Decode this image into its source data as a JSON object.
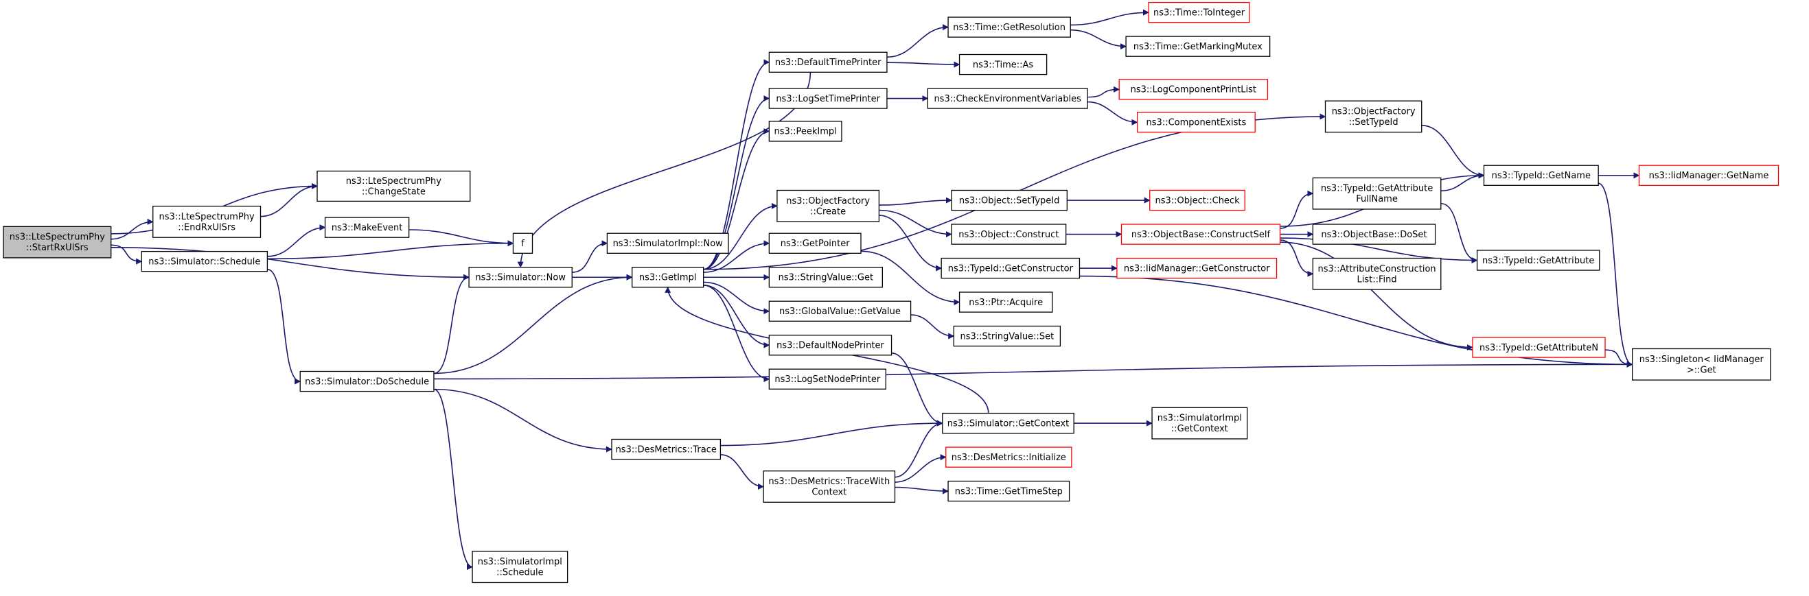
{
  "nodes": [
    {
      "id": "startrx",
      "lines": [
        "ns3::LteSpectrumPhy",
        "::StartRxUlSrs"
      ],
      "style": "grey"
    },
    {
      "id": "changestate",
      "lines": [
        "ns3::LteSpectrumPhy",
        "::ChangeState"
      ],
      "style": "black"
    },
    {
      "id": "endrx",
      "lines": [
        "ns3::LteSpectrumPhy",
        "::EndRxUlSrs"
      ],
      "style": "black"
    },
    {
      "id": "schedule",
      "lines": [
        "ns3::Simulator::Schedule"
      ],
      "style": "black"
    },
    {
      "id": "makeevent",
      "lines": [
        "ns3::MakeEvent"
      ],
      "style": "black"
    },
    {
      "id": "f",
      "lines": [
        "f"
      ],
      "style": "black"
    },
    {
      "id": "now",
      "lines": [
        "ns3::Simulator::Now"
      ],
      "style": "black"
    },
    {
      "id": "doschedule",
      "lines": [
        "ns3::Simulator::DoSchedule"
      ],
      "style": "black"
    },
    {
      "id": "implsched",
      "lines": [
        "ns3::SimulatorImpl",
        "::Schedule"
      ],
      "style": "black"
    },
    {
      "id": "implnow",
      "lines": [
        "ns3::SimulatorImpl::Now"
      ],
      "style": "black"
    },
    {
      "id": "getimpl",
      "lines": [
        "ns3::GetImpl"
      ],
      "style": "black"
    },
    {
      "id": "trace",
      "lines": [
        "ns3::DesMetrics::Trace"
      ],
      "style": "black"
    },
    {
      "id": "tracewith",
      "lines": [
        "ns3::DesMetrics::TraceWith",
        "Context"
      ],
      "style": "black"
    },
    {
      "id": "deftime",
      "lines": [
        "ns3::DefaultTimePrinter"
      ],
      "style": "black"
    },
    {
      "id": "logsettime",
      "lines": [
        "ns3::LogSetTimePrinter"
      ],
      "style": "black"
    },
    {
      "id": "peekimpl",
      "lines": [
        "ns3::PeekImpl"
      ],
      "style": "black"
    },
    {
      "id": "ofcreate",
      "lines": [
        "ns3::ObjectFactory",
        "::Create"
      ],
      "style": "black"
    },
    {
      "id": "getpointer",
      "lines": [
        "ns3::GetPointer"
      ],
      "style": "black"
    },
    {
      "id": "svget",
      "lines": [
        "ns3::StringValue::Get"
      ],
      "style": "black"
    },
    {
      "id": "gvget",
      "lines": [
        "ns3::GlobalValue::GetValue"
      ],
      "style": "black"
    },
    {
      "id": "defnode",
      "lines": [
        "ns3::DefaultNodePrinter"
      ],
      "style": "black"
    },
    {
      "id": "logsetnode",
      "lines": [
        "ns3::LogSetNodePrinter"
      ],
      "style": "black"
    },
    {
      "id": "getres",
      "lines": [
        "ns3::Time::GetResolution"
      ],
      "style": "black"
    },
    {
      "id": "timeas",
      "lines": [
        "ns3::Time::As"
      ],
      "style": "black"
    },
    {
      "id": "checkenv",
      "lines": [
        "ns3::CheckEnvironmentVariables"
      ],
      "style": "black"
    },
    {
      "id": "setobjtid",
      "lines": [
        "ns3::Object::SetTypeId"
      ],
      "style": "black"
    },
    {
      "id": "objconstruct",
      "lines": [
        "ns3::Object::Construct"
      ],
      "style": "black"
    },
    {
      "id": "getconstructor",
      "lines": [
        "ns3::TypeId::GetConstructor"
      ],
      "style": "black"
    },
    {
      "id": "ptracquire",
      "lines": [
        "ns3::Ptr::Acquire"
      ],
      "style": "black"
    },
    {
      "id": "svset",
      "lines": [
        "ns3::StringValue::Set"
      ],
      "style": "black"
    },
    {
      "id": "getcontext",
      "lines": [
        "ns3::Simulator::GetContext"
      ],
      "style": "black"
    },
    {
      "id": "dminit",
      "lines": [
        "ns3::DesMetrics::Initialize"
      ],
      "style": "red"
    },
    {
      "id": "gettimestep",
      "lines": [
        "ns3::Time::GetTimeStep"
      ],
      "style": "black"
    },
    {
      "id": "tointeger",
      "lines": [
        "ns3::Time::ToInteger"
      ],
      "style": "red"
    },
    {
      "id": "markingmutex",
      "lines": [
        "ns3::Time::GetMarkingMutex"
      ],
      "style": "black"
    },
    {
      "id": "logcomplist",
      "lines": [
        "ns3::LogComponentPrintList"
      ],
      "style": "red"
    },
    {
      "id": "compexists",
      "lines": [
        "ns3::ComponentExists"
      ],
      "style": "red"
    },
    {
      "id": "objcheck",
      "lines": [
        "ns3::Object::Check"
      ],
      "style": "red"
    },
    {
      "id": "constructself",
      "lines": [
        "ns3::ObjectBase::ConstructSelf"
      ],
      "style": "red"
    },
    {
      "id": "iidgetctor",
      "lines": [
        "ns3::IidManager::GetConstructor"
      ],
      "style": "red"
    },
    {
      "id": "implctx",
      "lines": [
        "ns3::SimulatorImpl",
        "::GetContext"
      ],
      "style": "black"
    },
    {
      "id": "ofsettid",
      "lines": [
        "ns3::ObjectFactory",
        "::SetTypeId"
      ],
      "style": "black"
    },
    {
      "id": "getattrfull",
      "lines": [
        "ns3::TypeId::GetAttribute",
        "FullName"
      ],
      "style": "black"
    },
    {
      "id": "doset",
      "lines": [
        "ns3::ObjectBase::DoSet"
      ],
      "style": "black"
    },
    {
      "id": "acfind",
      "lines": [
        "ns3::AttributeConstruction",
        "List::Find"
      ],
      "style": "black"
    },
    {
      "id": "getattrn",
      "lines": [
        "ns3::TypeId::GetAttributeN"
      ],
      "style": "red"
    },
    {
      "id": "getname",
      "lines": [
        "ns3::TypeId::GetName"
      ],
      "style": "black"
    },
    {
      "id": "getattr",
      "lines": [
        "ns3::TypeId::GetAttribute"
      ],
      "style": "black"
    },
    {
      "id": "iidgetname",
      "lines": [
        "ns3::IidManager::GetName"
      ],
      "style": "red"
    },
    {
      "id": "singleton",
      "lines": [
        "ns3::Singleton< IidManager",
        ">::Get"
      ],
      "style": "black"
    }
  ],
  "edges": [
    [
      "startrx",
      "changestate"
    ],
    [
      "startrx",
      "endrx"
    ],
    [
      "startrx",
      "schedule"
    ],
    [
      "startrx",
      "now"
    ],
    [
      "endrx",
      "changestate"
    ],
    [
      "schedule",
      "makeevent"
    ],
    [
      "schedule",
      "f"
    ],
    [
      "schedule",
      "doschedule"
    ],
    [
      "makeevent",
      "f"
    ],
    [
      "now",
      "implnow"
    ],
    [
      "now",
      "getimpl"
    ],
    [
      "doschedule",
      "now"
    ],
    [
      "doschedule",
      "getimpl"
    ],
    [
      "doschedule",
      "trace"
    ],
    [
      "doschedule",
      "implsched"
    ],
    [
      "doschedule",
      "singleton"
    ],
    [
      "getimpl",
      "deftime"
    ],
    [
      "getimpl",
      "logsettime"
    ],
    [
      "getimpl",
      "peekimpl"
    ],
    [
      "getimpl",
      "ofsettid"
    ],
    [
      "getimpl",
      "ofcreate"
    ],
    [
      "getimpl",
      "getpointer"
    ],
    [
      "getimpl",
      "svget"
    ],
    [
      "getimpl",
      "gvget"
    ],
    [
      "getimpl",
      "defnode"
    ],
    [
      "getimpl",
      "logsetnode"
    ],
    [
      "deftime",
      "now"
    ],
    [
      "deftime",
      "getres"
    ],
    [
      "deftime",
      "timeas"
    ],
    [
      "getres",
      "tointeger"
    ],
    [
      "getres",
      "markingmutex"
    ],
    [
      "logsettime",
      "checkenv"
    ],
    [
      "checkenv",
      "logcomplist"
    ],
    [
      "checkenv",
      "compexists"
    ],
    [
      "ofcreate",
      "setobjtid"
    ],
    [
      "ofcreate",
      "objconstruct"
    ],
    [
      "ofcreate",
      "getconstructor"
    ],
    [
      "setobjtid",
      "objcheck"
    ],
    [
      "objconstruct",
      "constructself"
    ],
    [
      "constructself",
      "getname"
    ],
    [
      "constructself",
      "getattrfull"
    ],
    [
      "constructself",
      "doset"
    ],
    [
      "constructself",
      "acfind"
    ],
    [
      "constructself",
      "getattr"
    ],
    [
      "constructself",
      "getattrn"
    ],
    [
      "getconstructor",
      "iidgetctor"
    ],
    [
      "getconstructor",
      "singleton"
    ],
    [
      "getpointer",
      "ptracquire"
    ],
    [
      "gvget",
      "svset"
    ],
    [
      "defnode",
      "getcontext"
    ],
    [
      "getcontext",
      "getimpl"
    ],
    [
      "getcontext",
      "implctx"
    ],
    [
      "trace",
      "getcontext"
    ],
    [
      "trace",
      "tracewith"
    ],
    [
      "tracewith",
      "getcontext"
    ],
    [
      "tracewith",
      "dminit"
    ],
    [
      "tracewith",
      "gettimestep"
    ],
    [
      "ofsettid",
      "getname"
    ],
    [
      "getattrfull",
      "getname"
    ],
    [
      "getattrfull",
      "getattr"
    ],
    [
      "getname",
      "iidgetname"
    ],
    [
      "getname",
      "singleton"
    ],
    [
      "getattrn",
      "singleton"
    ]
  ]
}
